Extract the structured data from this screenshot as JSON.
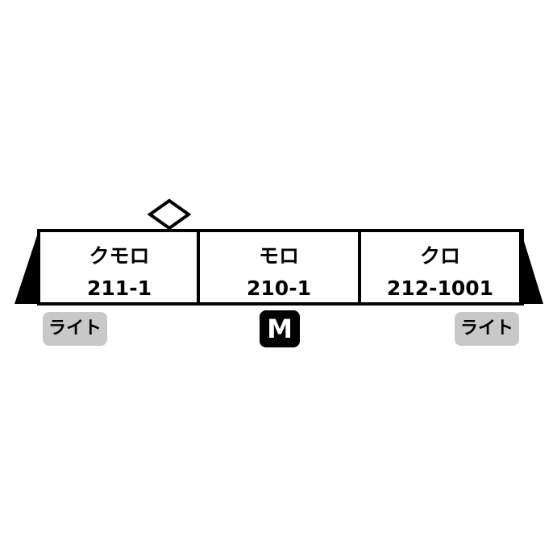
{
  "cars": [
    {
      "type": "クモロ",
      "number": "211-1"
    },
    {
      "type": "モロ",
      "number": "210-1"
    },
    {
      "type": "クロ",
      "number": "212-1001"
    }
  ],
  "badges": {
    "light_left": "ライト",
    "motor": "M",
    "light_right": "ライト"
  },
  "colors": {
    "outline": "#000000",
    "body": "#ffffff",
    "light_badge": "#c8c8c8",
    "motor_badge": "#000000"
  },
  "icons": {
    "pantograph": "pantograph-icon"
  }
}
